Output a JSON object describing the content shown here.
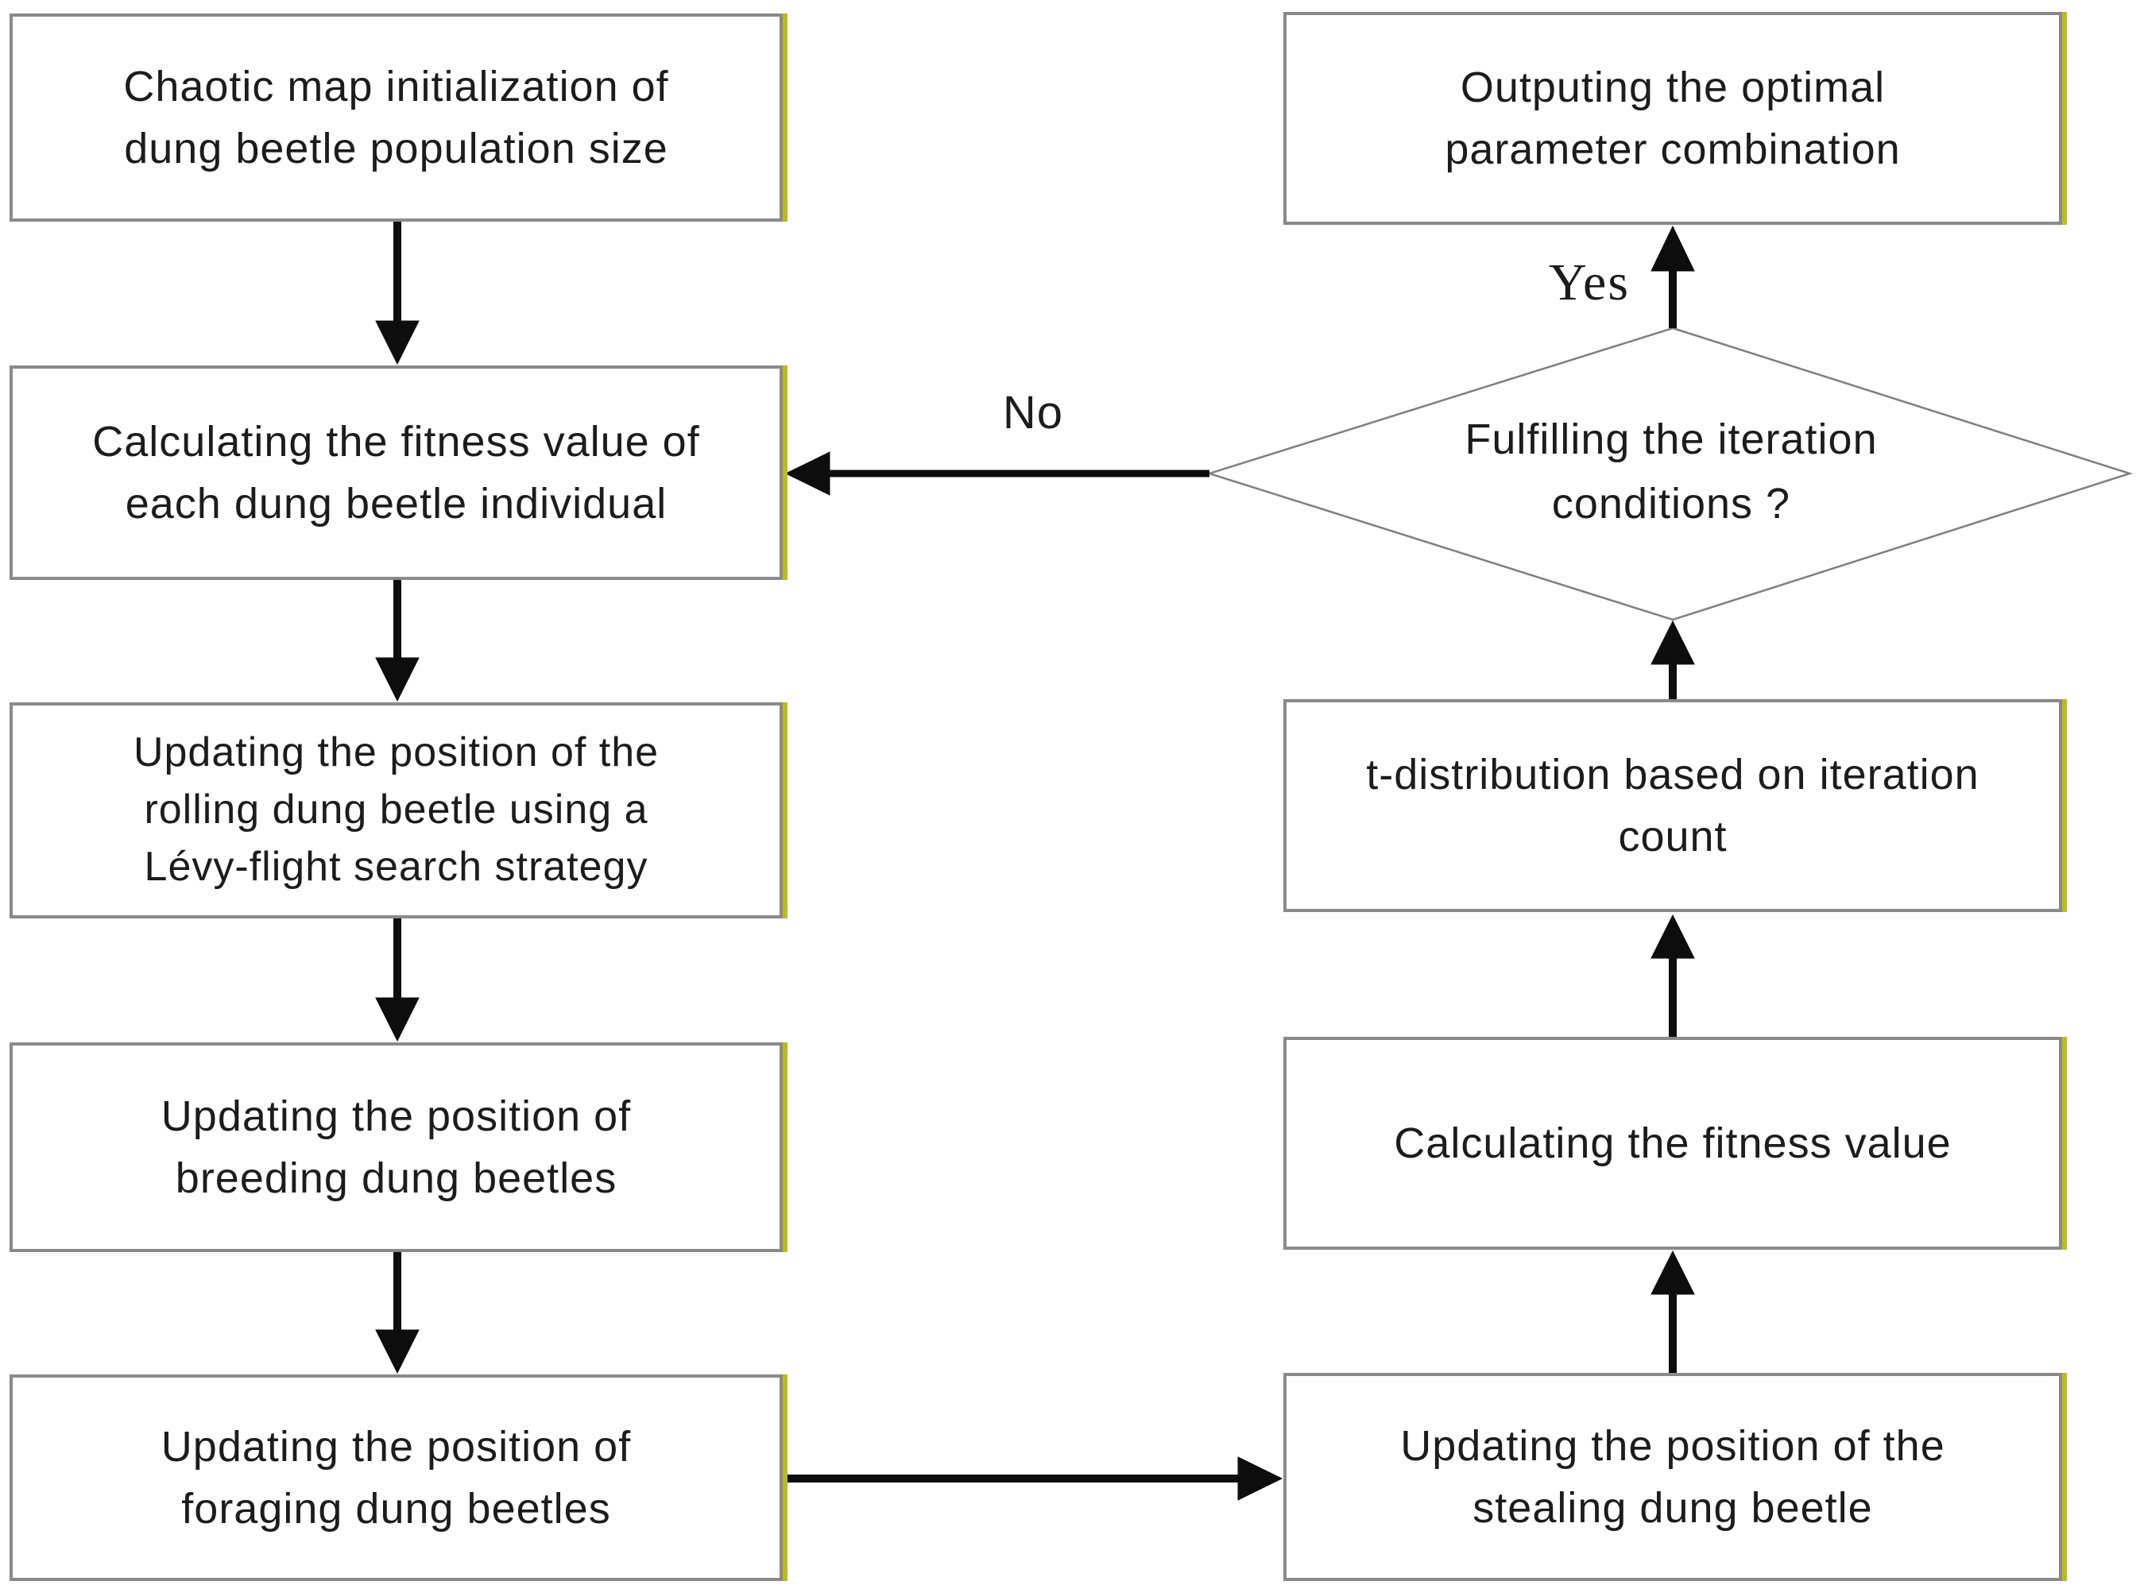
{
  "flowchart": {
    "left_column": [
      {
        "id": "chaotic-init",
        "lines": [
          "Chaotic map initialization of",
          "dung beetle population size"
        ]
      },
      {
        "id": "fitness-individual",
        "lines": [
          "Calculating the fitness value of",
          "each dung beetle individual"
        ]
      },
      {
        "id": "rolling-levy",
        "lines": [
          "Updating the position of the",
          "rolling dung beetle using a",
          "Lévy-flight search strategy"
        ]
      },
      {
        "id": "breeding",
        "lines": [
          "Updating the position of",
          "breeding dung beetles"
        ]
      },
      {
        "id": "foraging",
        "lines": [
          "Updating the position of",
          "foraging dung beetles"
        ]
      }
    ],
    "right_column": [
      {
        "id": "output-optimal",
        "lines": [
          "Outputing the optimal",
          "parameter combination"
        ]
      },
      {
        "id": "t-distribution",
        "lines": [
          "t-distribution based on iteration",
          "count"
        ]
      },
      {
        "id": "fitness-value",
        "lines": [
          "Calculating the fitness value"
        ]
      },
      {
        "id": "stealing",
        "lines": [
          "Updating the position of the",
          "stealing dung beetle"
        ]
      }
    ],
    "decision": {
      "id": "iteration-check",
      "lines": [
        "Fulfilling the iteration",
        "conditions ?"
      ]
    },
    "edge_labels": {
      "yes": "Yes",
      "no": "No"
    },
    "colors": {
      "box_border": "#8a8a8a",
      "box_accent": "#b9bd1f",
      "decision_border": "#7f7f7f",
      "arrow": "#0d0d0d",
      "text": "#1c1c1c",
      "background": "#ffffff"
    }
  }
}
